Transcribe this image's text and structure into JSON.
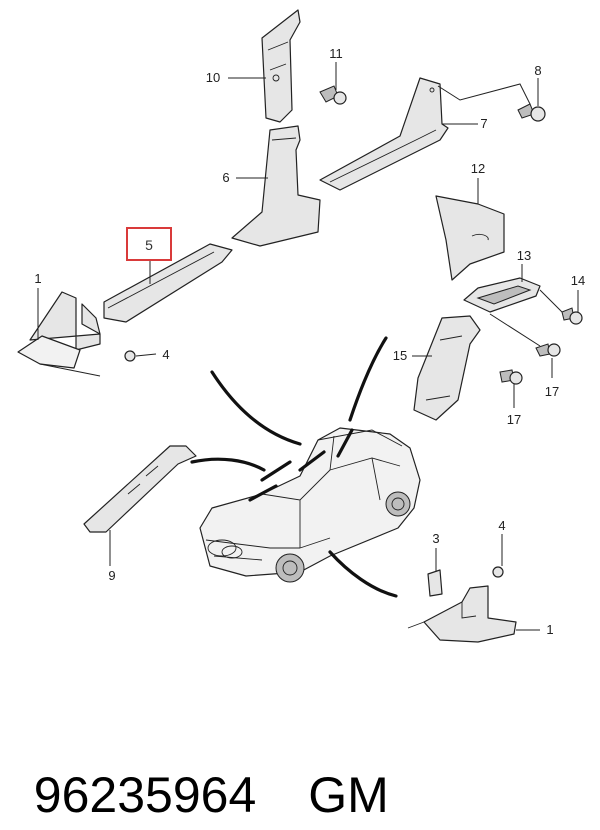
{
  "callouts": {
    "c1_left": "1",
    "c4_left": "4",
    "c5": "5",
    "c6": "6",
    "c7": "7",
    "c8": "8",
    "c9": "9",
    "c10": "10",
    "c11": "11",
    "c12": "12",
    "c13": "13",
    "c14": "14",
    "c15": "15",
    "c17_top": "17",
    "c17_bottom": "17",
    "c3": "3",
    "c4_right": "4",
    "c1_right": "1"
  },
  "highlight": {
    "part_number_highlighted": "5",
    "box_color": "#d93a3a"
  },
  "footer": {
    "part_number": "96235964",
    "brand": "GM"
  }
}
